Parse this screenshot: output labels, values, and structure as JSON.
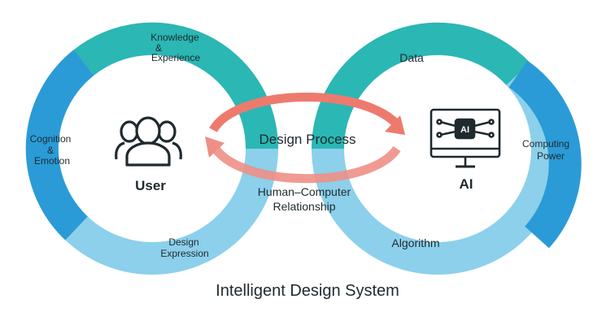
{
  "title": "Intelligent Design System",
  "center_labels": {
    "user": "User",
    "ai": "AI",
    "ai_chip": "AI",
    "design_process": "Design Process",
    "hcr_line1": "Human–Computer",
    "hcr_line2": "Relationship"
  },
  "left_ring": {
    "top_line1": "Knowledge",
    "top_line2": "&",
    "top_line3": "Experience",
    "left_line1": "Cognition",
    "left_line2": "&",
    "left_line3": "Emotion",
    "bottom_line1": "Design",
    "bottom_line2": "Expression"
  },
  "right_ring": {
    "top": "Data",
    "right_line1": "Computing",
    "right_line2": "Power",
    "bottom": "Algorithm"
  },
  "colors": {
    "teal": "#2bb7b3",
    "blue": "#2a9bd7",
    "light_blue": "#8cd0ec",
    "arrow": "#ee7a6e",
    "text": "#1f2a2e"
  },
  "icons": {
    "user": "user-group-icon",
    "ai": "ai-monitor-icon"
  }
}
